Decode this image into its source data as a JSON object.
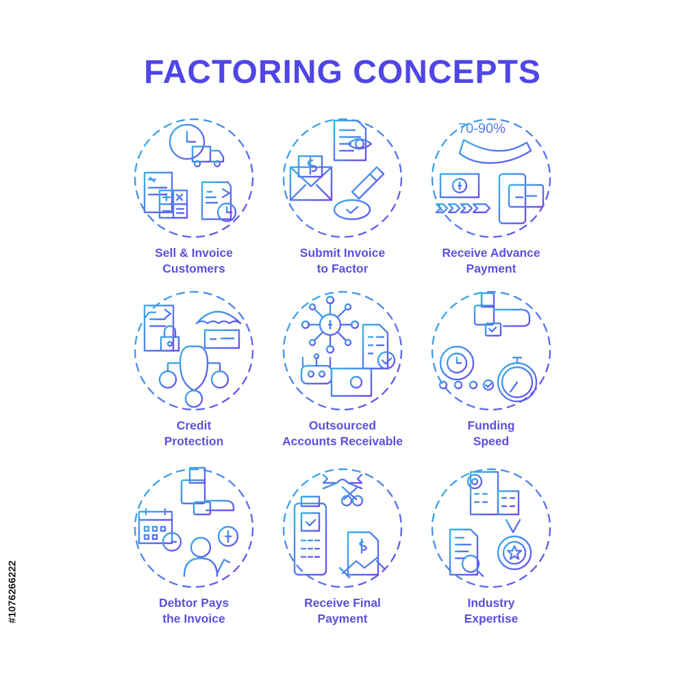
{
  "title": "FACTORING CONCEPTS",
  "colors": {
    "title": "#4f46e5",
    "label": "#5b50dd",
    "gradient_start": "#36b3e6",
    "gradient_end": "#6a4cf0"
  },
  "items": [
    {
      "line1": "Sell & Invoice",
      "line2": "Customers",
      "icon": "invoice-customers-icon"
    },
    {
      "line1": "Submit Invoice",
      "line2": "to Factor",
      "icon": "submit-invoice-icon"
    },
    {
      "line1": "Receive Advance",
      "line2": "Payment",
      "icon": "advance-payment-icon",
      "percent_text": "70-90%"
    },
    {
      "line1": "Credit",
      "line2": "Protection",
      "icon": "credit-protection-icon"
    },
    {
      "line1": "Outsourced",
      "line2": "Accounts Receivable",
      "icon": "outsourced-ar-icon"
    },
    {
      "line1": "Funding",
      "line2": "Speed",
      "icon": "funding-speed-icon"
    },
    {
      "line1": "Debtor Pays",
      "line2": "the Invoice",
      "icon": "debtor-pays-icon"
    },
    {
      "line1": "Receive Final",
      "line2": "Payment",
      "icon": "final-payment-icon"
    },
    {
      "line1": "Industry",
      "line2": "Expertise",
      "icon": "industry-expertise-icon"
    }
  ],
  "watermark": "#1076266222"
}
